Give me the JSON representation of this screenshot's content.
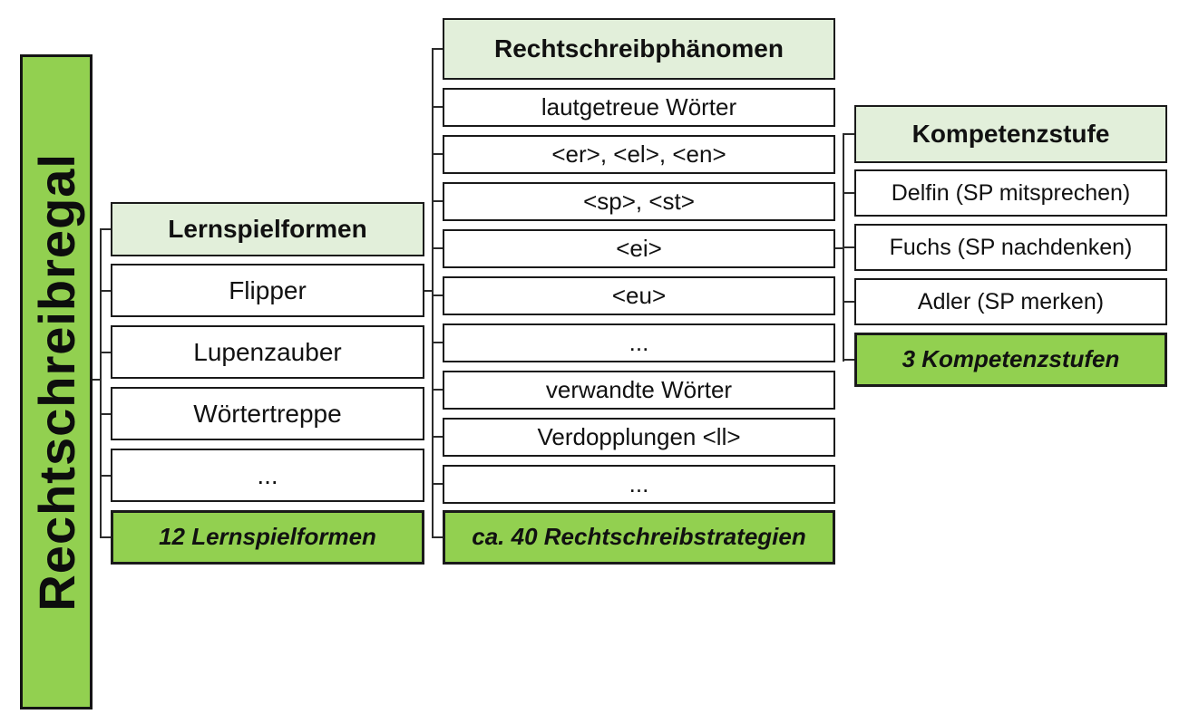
{
  "diagram": {
    "root_label": "Rechtschreibregal",
    "columns": [
      {
        "header": "Lernspielformen",
        "items": [
          "Flipper",
          "Lupenzauber",
          "Wörtertreppe",
          "..."
        ],
        "summary": "12 Lernspielformen"
      },
      {
        "header": "Rechtschreibphänomen",
        "items": [
          "lautgetreue Wörter",
          "<er>, <el>, <en>",
          "<sp>, <st>",
          "<ei>",
          "<eu>",
          "...",
          "verwandte Wörter",
          "Verdopplungen <ll>",
          "..."
        ],
        "summary": "ca. 40 Rechtschreibstrategien"
      },
      {
        "header": "Kompetenzstufe",
        "items": [
          "Delfin (SP mitsprechen)",
          "Fuchs (SP nachdenken)",
          "Adler (SP merken)"
        ],
        "summary": "3 Kompetenzstufen"
      }
    ],
    "colors": {
      "accent_green": "#92D050",
      "header_green": "#E2EFDA",
      "border": "#1A1A1A",
      "connector": "#2B2B2B",
      "text": "#111111"
    }
  }
}
